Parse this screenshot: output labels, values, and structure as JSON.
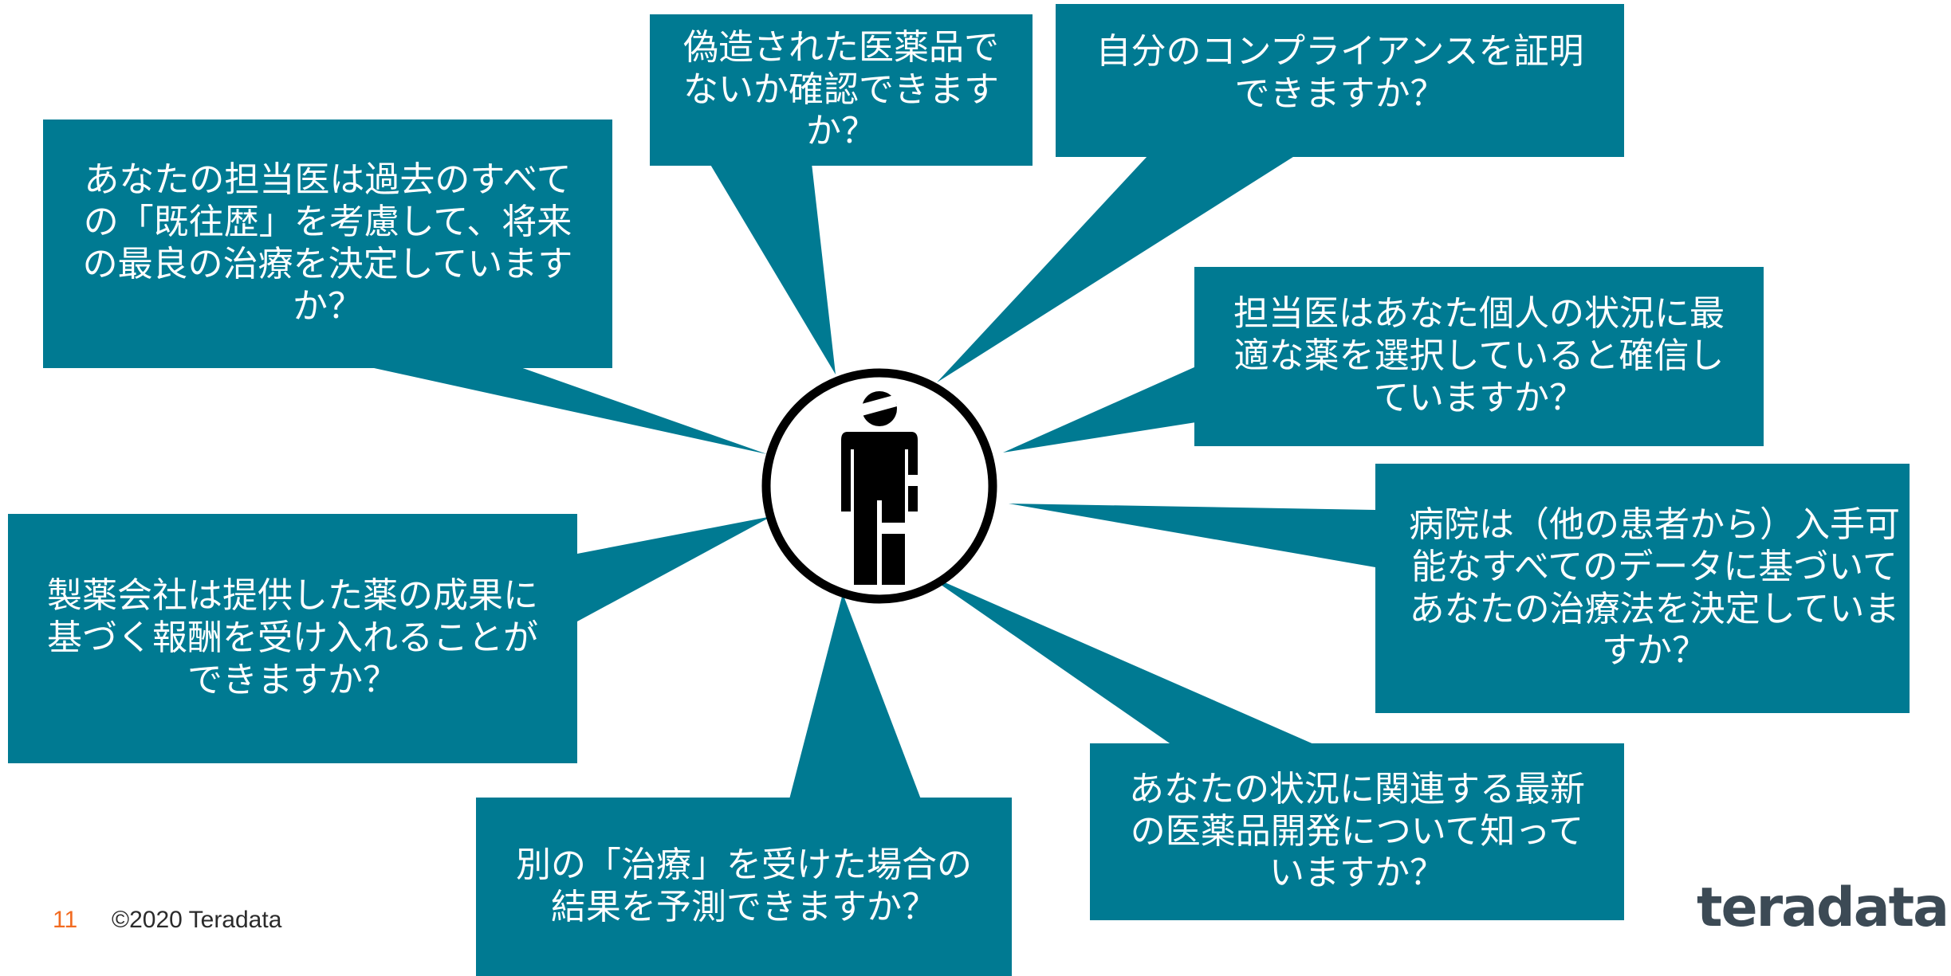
{
  "colors": {
    "bubble": "#007a92",
    "accent": "#f26b21",
    "logo": "#3c4a55",
    "icon": "#000000"
  },
  "bubbles": [
    {
      "id": "counterfeit",
      "lines": [
        "偽造された医薬品で",
        "ないか確認できます",
        "か？"
      ]
    },
    {
      "id": "compliance",
      "lines": [
        "自分のコンプライアンスを証明",
        "できますか？"
      ]
    },
    {
      "id": "history",
      "lines": [
        "あなたの担当医は過去のすべて",
        "の「既往歴」を考慮して、将来",
        "の最良の治療を決定しています",
        "か？"
      ]
    },
    {
      "id": "optimal",
      "lines": [
        "担当医はあなた個人の状況に最",
        "適な薬を選択していると確信し",
        "ていますか？"
      ]
    },
    {
      "id": "hospital",
      "lines": [
        "病院は（他の患者から）入手可",
        "能なすべてのデータに基づいて",
        "あなたの治療法を決定していま",
        "すか？"
      ]
    },
    {
      "id": "pharma",
      "lines": [
        "製薬会社は提供した薬の成果に",
        "基づく報酬を受け入れることが",
        "できますか？"
      ]
    },
    {
      "id": "latest",
      "lines": [
        "あなたの状況に関連する最新",
        "の医薬品開発について知って",
        "いますか？"
      ]
    },
    {
      "id": "predict",
      "lines": [
        "別の「治療」を受けた場合の",
        "結果を予測できますか？"
      ]
    }
  ],
  "center": {
    "icon": "injured-person-icon"
  },
  "footer": {
    "page_number": "11",
    "copyright": "©2020 Teradata"
  },
  "logo": {
    "text": "teradata",
    "dot": "."
  }
}
